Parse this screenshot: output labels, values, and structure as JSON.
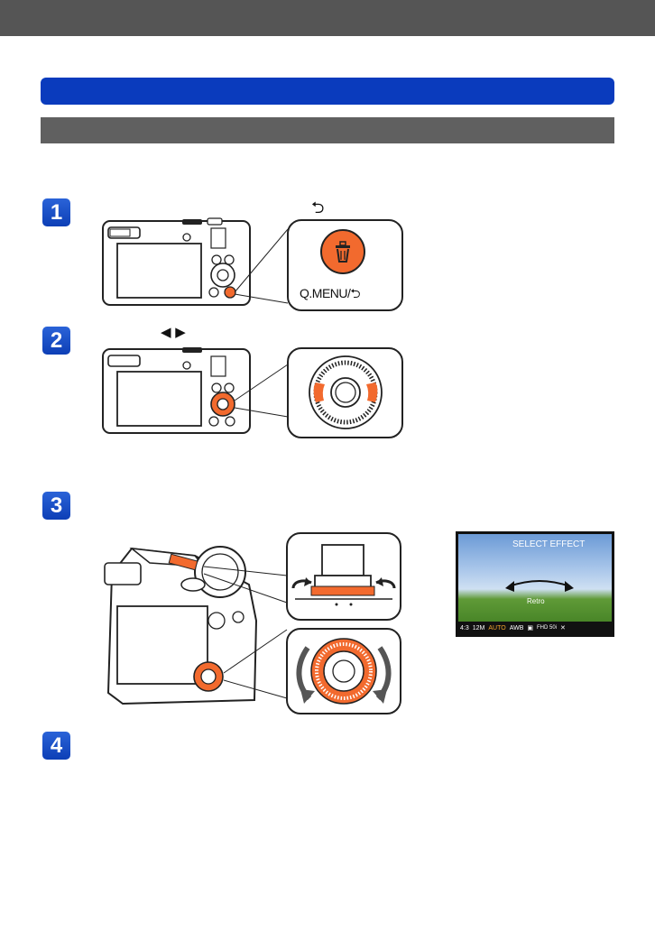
{
  "steps": [
    {
      "number": "1",
      "glyph": "⮌"
    },
    {
      "number": "2",
      "glyph": "◀ ▶"
    },
    {
      "number": "3"
    },
    {
      "number": "4"
    }
  ],
  "callout_1": {
    "button_label": "Q.MENU/⮌"
  },
  "lcd": {
    "top_text": "SELECT EFFECT",
    "center_text": "Retro",
    "status_bar": [
      "4:3",
      "12M",
      "AUTO",
      "AWB",
      "▣",
      "FHD 50i",
      "✕"
    ]
  },
  "colors": {
    "accent_orange": "#f26a2e",
    "step_blue": "#1a4fc8",
    "band_blue": "#0a3bbd",
    "band_gray": "#606060"
  },
  "icons": {
    "trash": "trash-icon",
    "back_arrow": "back-arrow-icon",
    "rotate_arrows": "rotate-arrows-icon"
  }
}
